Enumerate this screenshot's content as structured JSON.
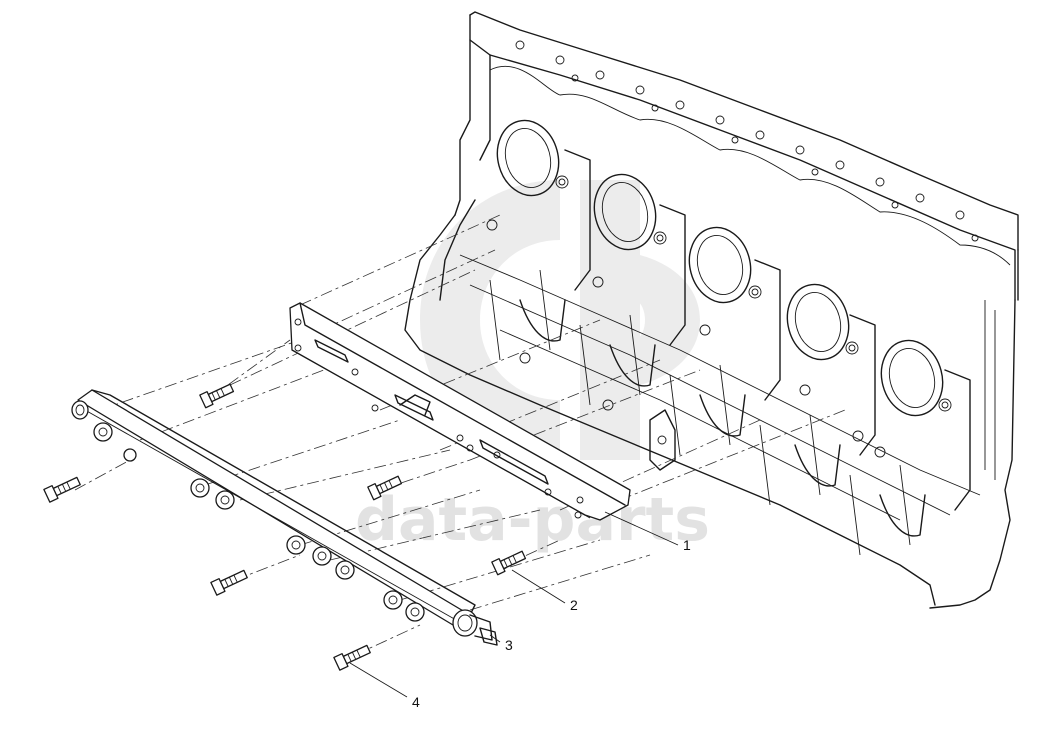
{
  "watermark": {
    "text": "data-parts"
  },
  "callouts": [
    {
      "number": "1"
    },
    {
      "number": "2"
    },
    {
      "number": "3"
    },
    {
      "number": "4"
    }
  ],
  "colors": {
    "line": "#1a1a1a",
    "watermark": "#d9d9d9",
    "background": "#ffffff"
  }
}
